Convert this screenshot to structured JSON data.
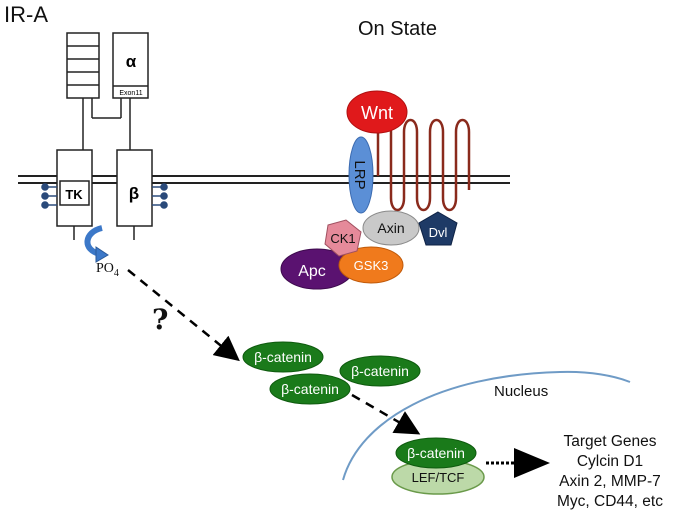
{
  "title": "IR-A",
  "state_label": "On State",
  "receptor": {
    "alpha_label": "α",
    "exon_label": "Exon11",
    "tk_label": "TK",
    "beta_label": "β",
    "phosphate_label": "PO",
    "phosphate_sub": "4",
    "question_mark": "?"
  },
  "complex": {
    "wnt": "Wnt",
    "lrp": "LRP",
    "axin": "Axin",
    "dvl": "Dvl",
    "ck1": "CK1",
    "gsk3": "GSK3",
    "apc": "Apc"
  },
  "cytoplasm": {
    "bcat1": "β-catenin",
    "bcat2": "β-catenin",
    "bcat3": "β-catenin"
  },
  "nucleus": {
    "label": "Nucleus",
    "bcat": "β-catenin",
    "lef": "LEF/TCF"
  },
  "targets": {
    "heading": "Target Genes",
    "line1": "Cylcin D1",
    "line2": "Axin 2, MMP-7",
    "line3": "Myc, CD44, etc"
  },
  "colors": {
    "wnt": "#e0191b",
    "lrp": "#5b8fd6",
    "frizzled": "#8a2a1c",
    "axin": "#c9c9c9",
    "dvl": "#1e3a66",
    "ck1": "#e58a9a",
    "gsk3": "#f07a1c",
    "apc": "#5a1270",
    "bcatenin": "#1a7a1a",
    "lef": "#bcd9a8",
    "nucleus_membrane": "#6f9bc6"
  }
}
